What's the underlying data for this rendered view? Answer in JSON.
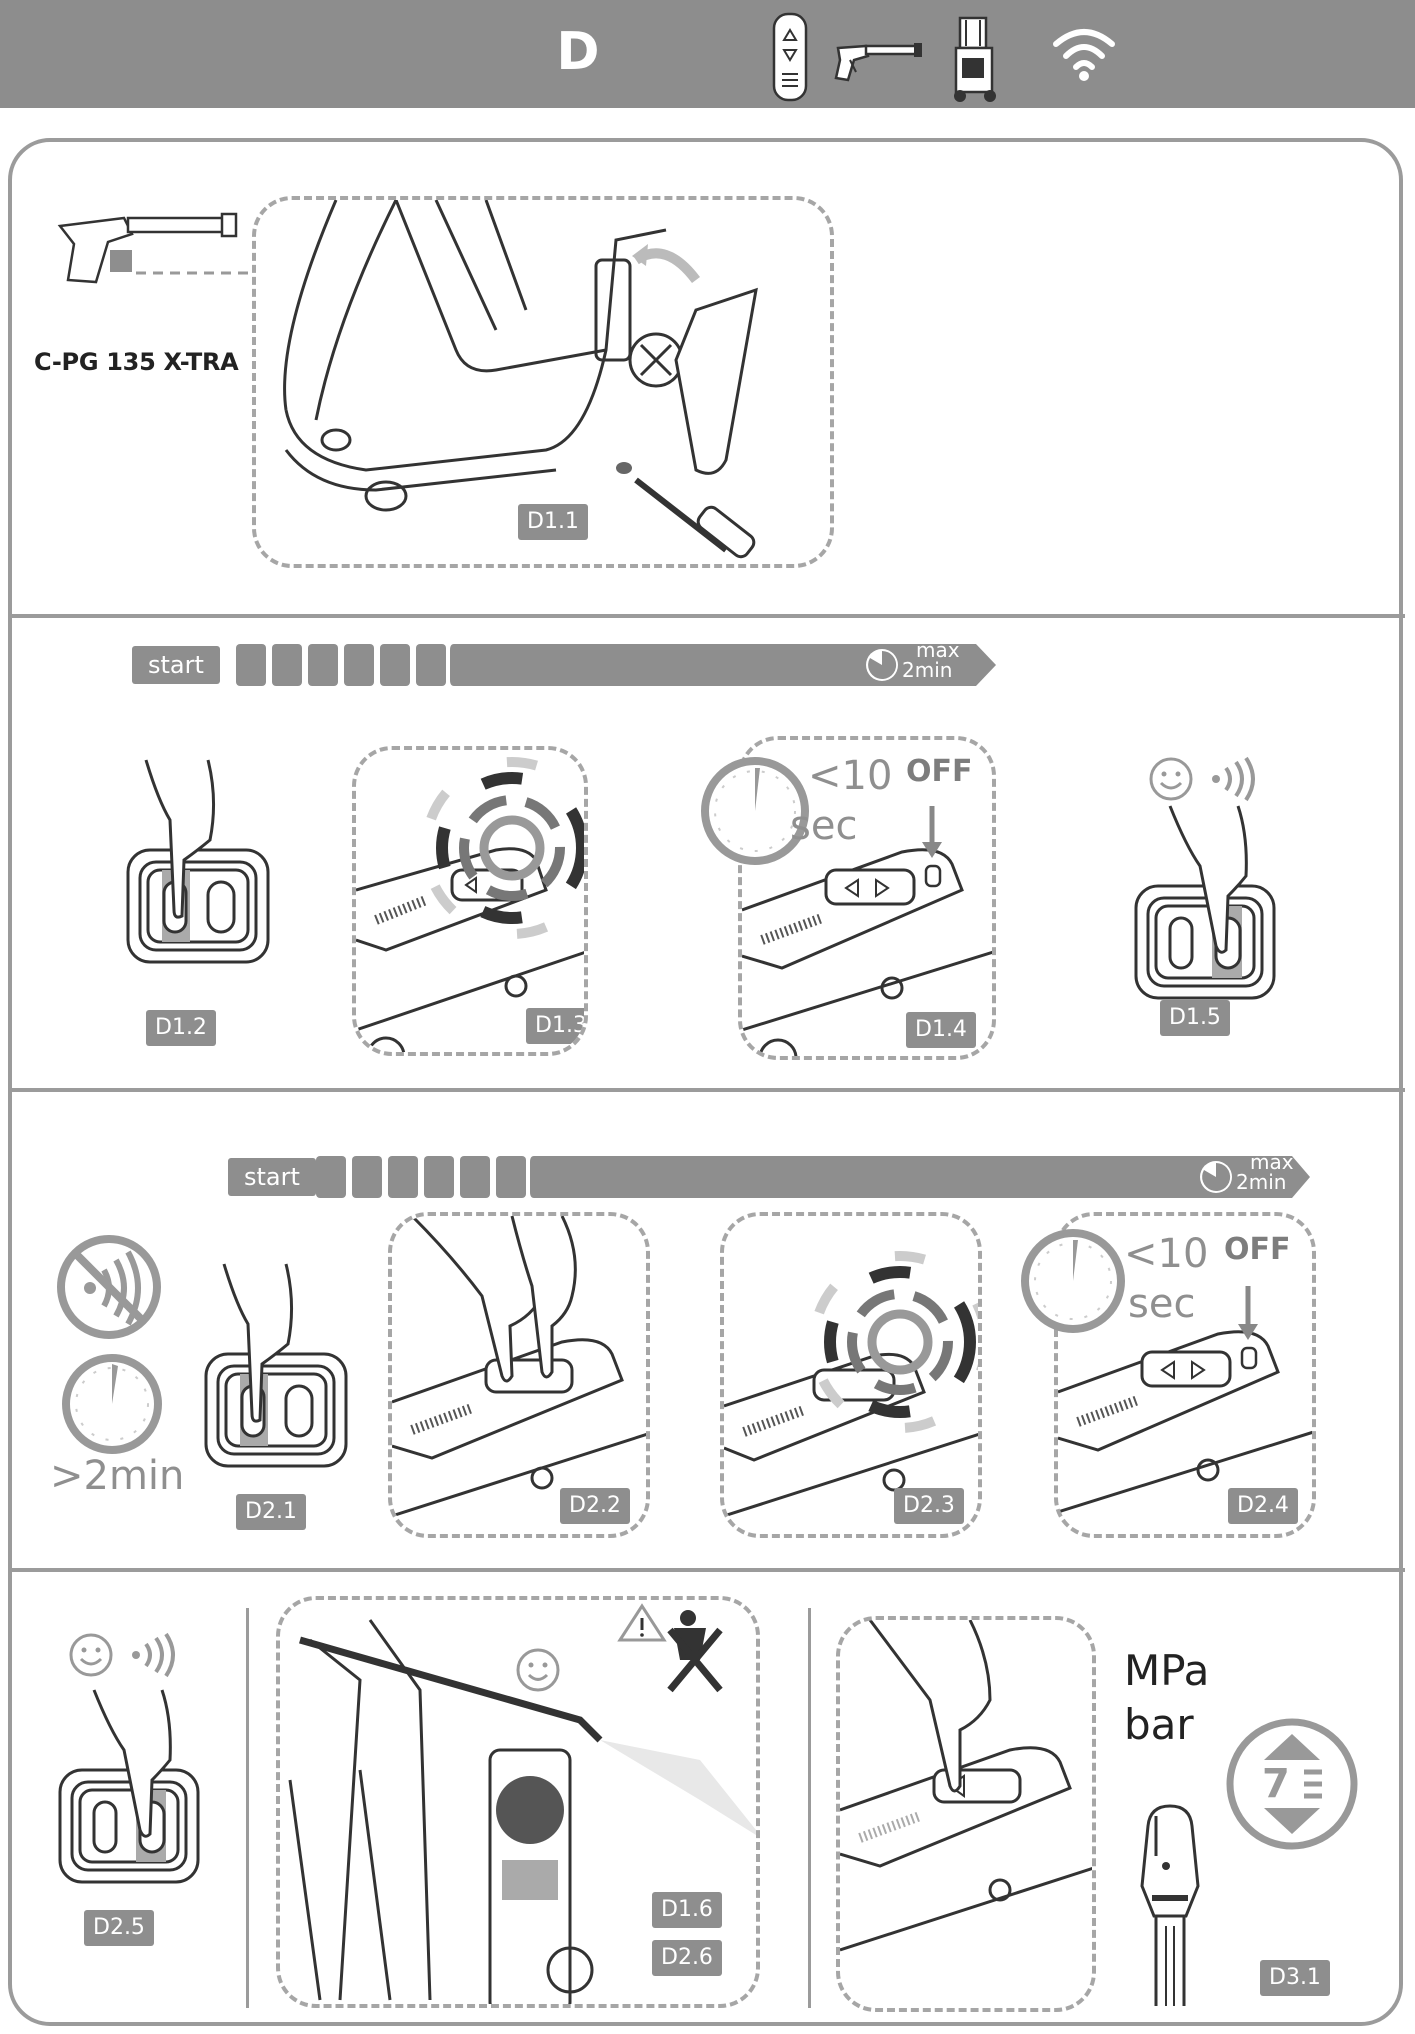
{
  "header": {
    "section_letter": "D",
    "icons": [
      "remote-control-icon",
      "spray-gun-icon",
      "pressure-washer-icon",
      "wifi-icon"
    ],
    "bar_color": "#8d8d8d"
  },
  "section1": {
    "gun_model": "C-PG 135 X-TRA",
    "step_label": "D1.1"
  },
  "section2": {
    "progress_bar": {
      "start_label": "start",
      "max_label_line1": "max",
      "max_label_line2": "2min"
    },
    "steps": [
      {
        "label": "D1.2"
      },
      {
        "label": "D1.3"
      },
      {
        "label": "D1.4",
        "timer": "<10",
        "timer_unit": "sec",
        "off": "OFF"
      },
      {
        "label": "D1.5"
      }
    ]
  },
  "section3": {
    "progress_bar": {
      "start_label": "start",
      "max_label_line1": "max",
      "max_label_line2": "2min"
    },
    "no_signal_timeout": ">2min",
    "steps": [
      {
        "label": "D2.1"
      },
      {
        "label": "D2.2"
      },
      {
        "label": "D2.3"
      },
      {
        "label": "D2.4",
        "timer": "<10",
        "timer_unit": "sec",
        "off": "OFF"
      }
    ]
  },
  "section4": {
    "steps": [
      {
        "label": "D2.5"
      },
      {
        "label": "D1.6"
      },
      {
        "label": "D2.6"
      },
      {
        "label": "D3.1"
      }
    ],
    "units": [
      "MPa",
      "bar"
    ],
    "pressure_display": "7"
  },
  "colors": {
    "label_bg": "#8e8e8e",
    "frame": "#9b9b9b",
    "dash": "#a6a6a6"
  }
}
